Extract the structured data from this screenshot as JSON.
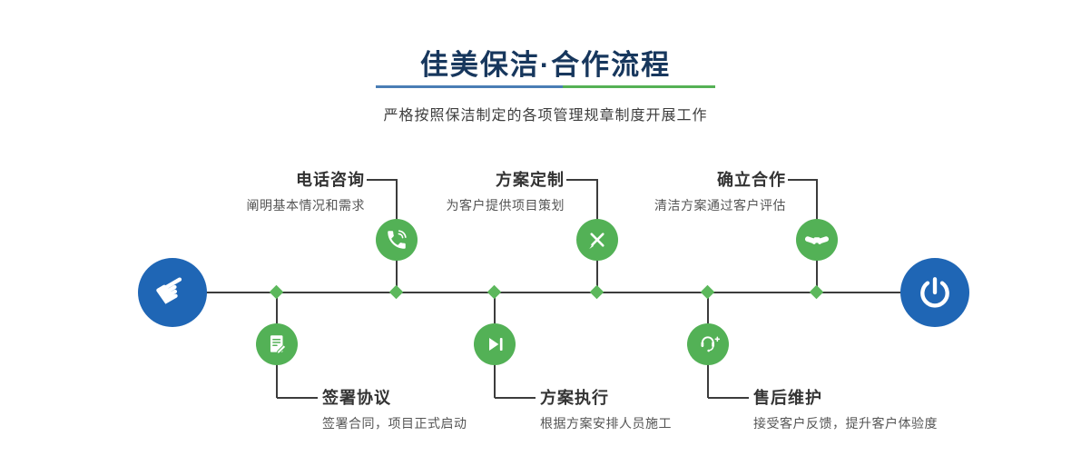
{
  "header": {
    "title": "佳美保洁·合作流程",
    "subtitle": "严格按照保洁制定的各项管理规章制度开展工作"
  },
  "timeline": {
    "start_icon": "pointing-hand-icon",
    "end_icon": "power-icon"
  },
  "steps_top": [
    {
      "label": "电话咨询",
      "desc": "阐明基本情况和需求",
      "icon": "phone-icon"
    },
    {
      "label": "方案定制",
      "desc": "为客户提供项目策划",
      "icon": "design-pencil-icon"
    },
    {
      "label": "确立合作",
      "desc": "清洁方案通过客户评估",
      "icon": "handshake-icon"
    }
  ],
  "steps_bottom": [
    {
      "label": "签署协议",
      "desc": "签署合同，项目正式启动",
      "icon": "contract-icon"
    },
    {
      "label": "方案执行",
      "desc": "根据方案安排人员施工",
      "icon": "play-icon"
    },
    {
      "label": "售后维护",
      "desc": "接受客户反馈，提升客户体验度",
      "icon": "headset-icon"
    }
  ],
  "colors": {
    "accent_blue": "#1f66b5",
    "accent_green": "#53b156",
    "divider_blue": "#4a7db5",
    "divider_green": "#55b155",
    "title_navy": "#17375d",
    "line_gray": "#3c3c3c"
  },
  "glyphs": {
    "pointing_hand": "☛"
  }
}
